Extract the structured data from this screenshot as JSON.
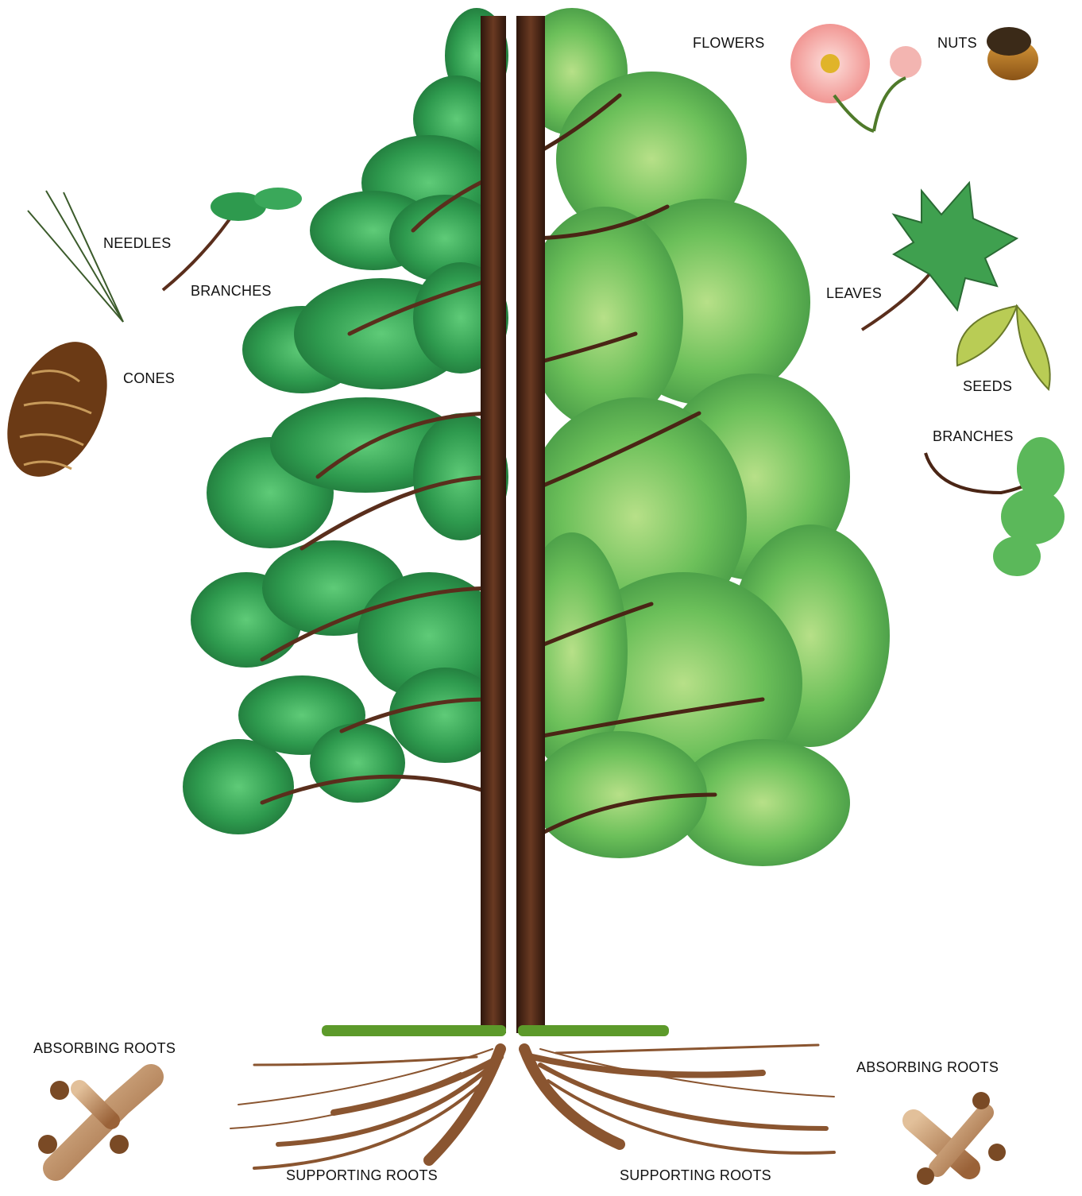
{
  "labels": {
    "flowers": "FLOWERS",
    "nuts": "NUTS",
    "needles": "NEEDLES",
    "branches_left": "BRANCHES",
    "cones": "CONES",
    "leaves": "LEAVES",
    "seeds": "SEEDS",
    "branches_right": "BRANCHES",
    "absorbing_roots_left": "ABSORBING ROOTS",
    "absorbing_roots_right": "ABSORBING  ROOTS",
    "supporting_roots_left": "SUPPORTING ROOTS",
    "supporting_roots_right": "SUPPORTING ROOTS"
  },
  "colors": {
    "pine_dark": "#1f7a3a",
    "pine_mid": "#2e9a4e",
    "pine_light": "#4fbf6a",
    "maple_dark": "#3f9a45",
    "maple_mid": "#6cc05a",
    "maple_light": "#a6d97a",
    "bark": "#4a2515",
    "branch": "#5a2e1c",
    "root": "#a8734a",
    "root_light": "#d9b38a",
    "grass": "#5c9a2a",
    "flower": "#f4a7a3",
    "acorn_cap": "#3b2a18",
    "acorn_nut": "#a8691d",
    "cone": "#6b3a15"
  }
}
